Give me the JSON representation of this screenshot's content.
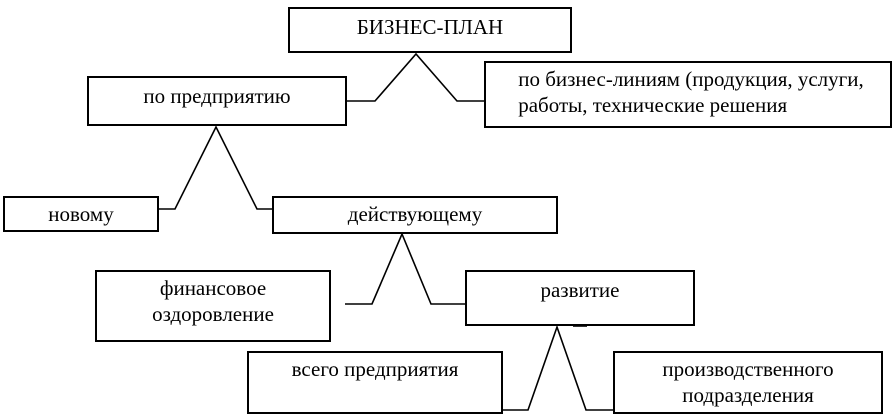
{
  "diagram": {
    "root": {
      "label": "БИЗНЕС-ПЛАН"
    },
    "by_enterprise": {
      "label": "по предприятию"
    },
    "by_business_lines": {
      "line1": "по бизнес-линиям (продукция, услуги,",
      "line2": "работы, технические решения"
    },
    "new": {
      "label": "новому"
    },
    "existing": {
      "label": "действующему"
    },
    "financial_recovery": {
      "line1": "финансовое",
      "line2": "оздоровление"
    },
    "development": {
      "label": "развитие"
    },
    "whole_enterprise": {
      "label": "всего предприятия"
    },
    "production_unit": {
      "line1": "производственного",
      "line2": "подразделения"
    }
  }
}
